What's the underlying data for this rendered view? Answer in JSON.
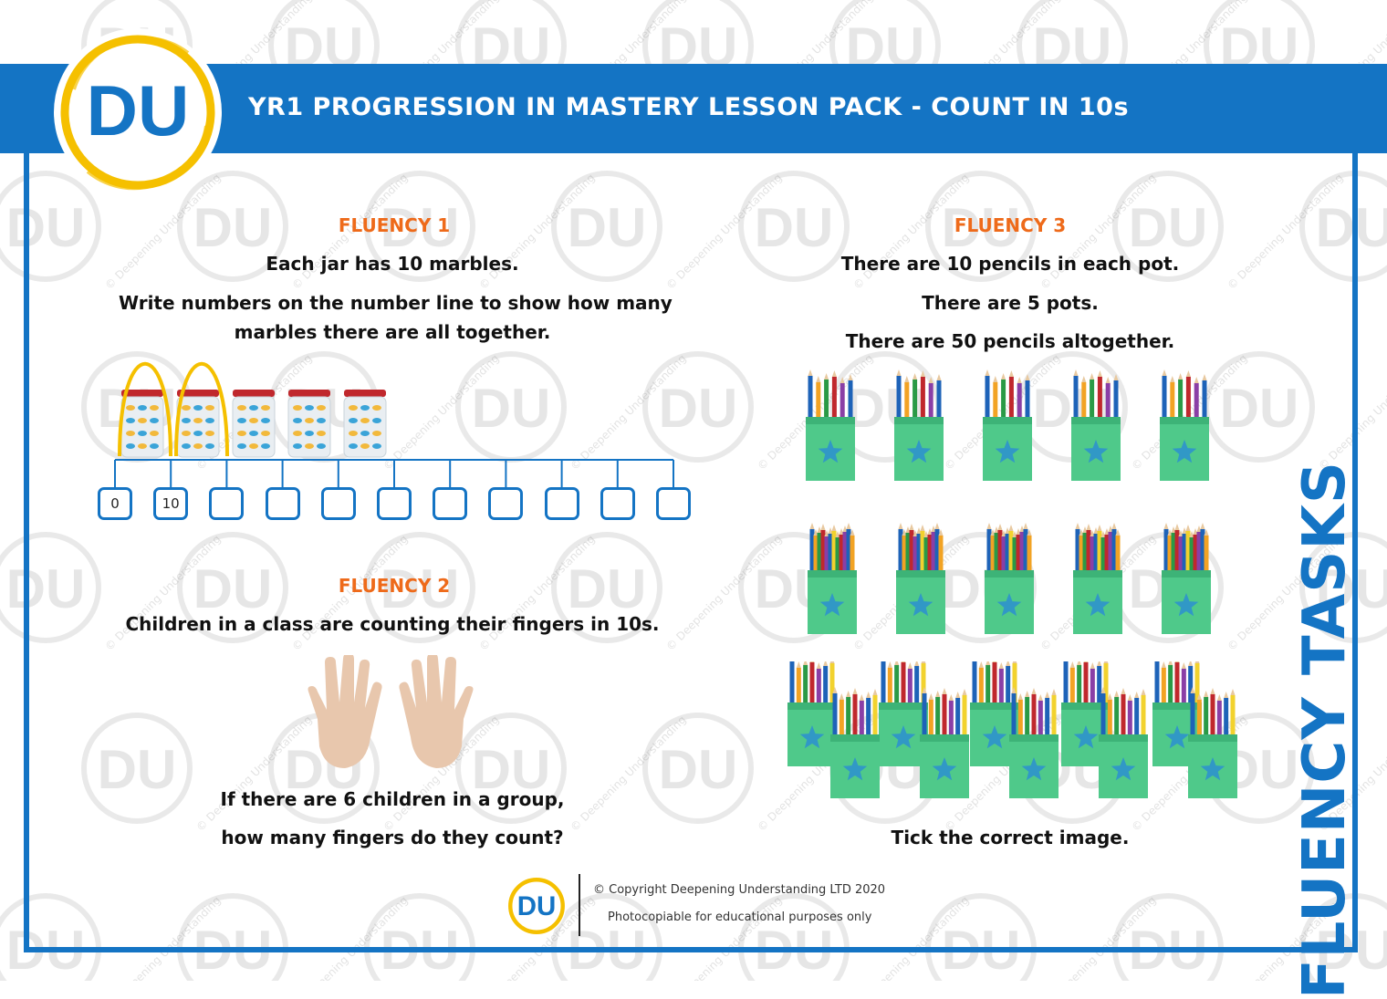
{
  "header": {
    "title": "YR1 PROGRESSION IN MASTERY LESSON PACK - COUNT  IN 10s",
    "logo_text": "DU"
  },
  "colors": {
    "brand_blue": "#1474c4",
    "heading_orange": "#ee6a1a",
    "logo_yellow": "#f5c000",
    "pot_green": "#4fc98a"
  },
  "fluency1": {
    "heading": "FLUENCY 1",
    "line1": "Each jar has 10 marbles.",
    "line2": "Write numbers on the number line to show how many",
    "line3": "marbles there are all together.",
    "number_line": [
      "0",
      "10",
      "",
      "",
      "",
      "",
      "",
      "",
      "",
      "",
      ""
    ]
  },
  "fluency2": {
    "heading": "FLUENCY 2",
    "line1": "Children in a class are counting their fingers in 10s.",
    "line2": "If there are 6 children in a group,",
    "line3": "how many fingers do they count?"
  },
  "fluency3": {
    "heading": "FLUENCY 3",
    "line1": "There are 10 pencils in each pot.",
    "line2": "There are 5 pots.",
    "line3": "There are 50 pencils altogether.",
    "line4": "Tick the correct image."
  },
  "side_label": "FLUENCY TASKS",
  "footer": {
    "logo_text": "DU",
    "copyright": "© Copyright Deepening Understanding LTD 2020",
    "note": "Photocopiable for educational purposes only"
  },
  "watermark_text": "© Deepening Understanding"
}
